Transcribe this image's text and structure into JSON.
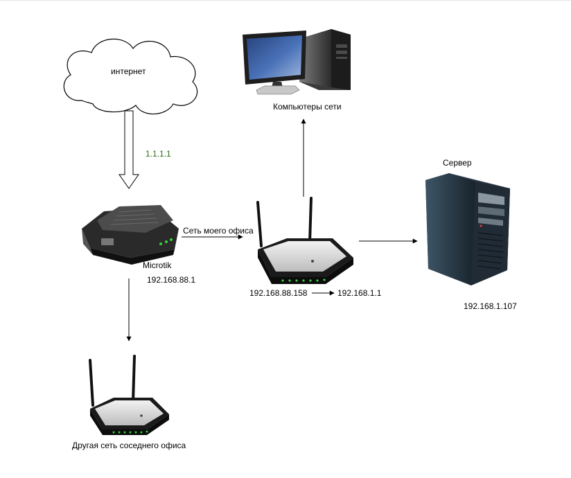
{
  "nodes": {
    "cloud": {
      "label": "интернет"
    },
    "computers": {
      "label": "Компьютеры  сети"
    },
    "server": {
      "title": "Сервер",
      "ip": "192.168.1.107"
    },
    "microtik": {
      "label": "Microtik",
      "ip": "192.168.88.1"
    },
    "office_router": {
      "wan_ip": "192.168.88.158",
      "lan_ip": "192.168.1.1"
    },
    "neighbor_router": {
      "label": "Другая сеть соседнего офиса"
    }
  },
  "edges": {
    "internet_link": {
      "label": "1.1.1.1"
    },
    "office_link": {
      "label": "Сеть моего офиса"
    }
  },
  "colors": {
    "ip_label": "#2a6d10",
    "router_body": "#1a1a1a",
    "router_top": "#d8d8d8",
    "led": "#35d235",
    "monitor_screen": "#3f5f9e",
    "server_case": "#1e2b36"
  }
}
